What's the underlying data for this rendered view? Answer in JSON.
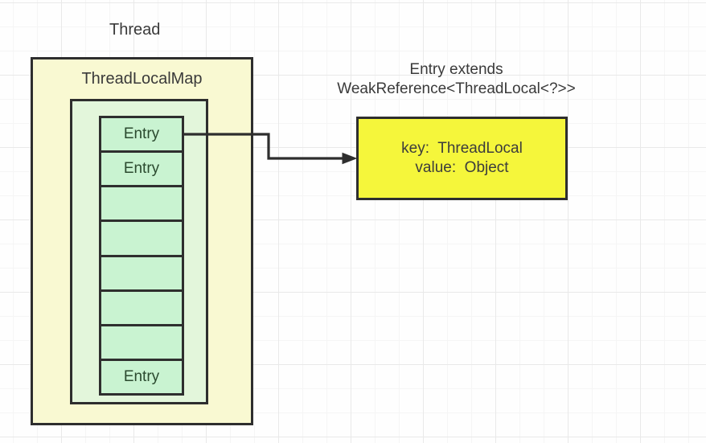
{
  "title": "Thread",
  "map": {
    "title": "ThreadLocalMap",
    "cells": [
      {
        "label": "Entry"
      },
      {
        "label": "Entry"
      },
      {
        "label": ""
      },
      {
        "label": ""
      },
      {
        "label": ""
      },
      {
        "label": ""
      },
      {
        "label": ""
      },
      {
        "label": "Entry"
      }
    ]
  },
  "note": {
    "line1": "Entry extends",
    "line2": "WeakReference<ThreadLocal<?>>"
  },
  "entry_detail": {
    "line1": "key:  ThreadLocal",
    "line2": "value:  Object"
  },
  "colors": {
    "border": "#2e2e2e",
    "thread_box_fill": "#f9f9d2",
    "table_fill": "#e3f6db",
    "cell_fill": "#c9f3d1",
    "entry_detail_fill": "#f5f63b",
    "text": "#3a3a3a",
    "entry_text": "#2b4a2f"
  }
}
